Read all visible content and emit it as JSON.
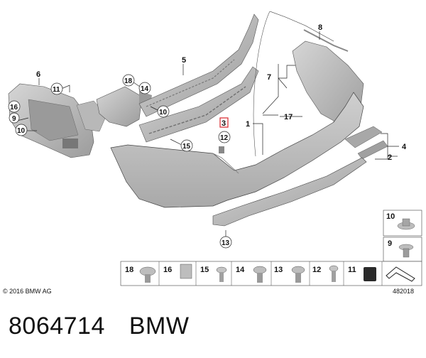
{
  "callouts": {
    "c1": "1",
    "c2": "2",
    "c3": "3",
    "c4": "4",
    "c5": "5",
    "c6": "6",
    "c7": "7",
    "c8": "8",
    "c9": "9",
    "c10": "10",
    "c11": "11",
    "c12": "12",
    "c13": "13",
    "c14": "14",
    "c15": "15",
    "c16": "16",
    "c17": "17",
    "c18": "18"
  },
  "legend": {
    "items": [
      "18",
      "16",
      "15",
      "14",
      "13",
      "12",
      "11"
    ],
    "side_items": [
      "10",
      "9"
    ]
  },
  "copyright": "© 2016 BMW AG",
  "doc_number": "482018",
  "footer": {
    "part_number": "8064714",
    "brand": "BMW"
  },
  "colors": {
    "part_fill": "#bdbdbd",
    "part_dark": "#8e8e8e",
    "line": "#222222",
    "highlight": "#d9262b"
  }
}
